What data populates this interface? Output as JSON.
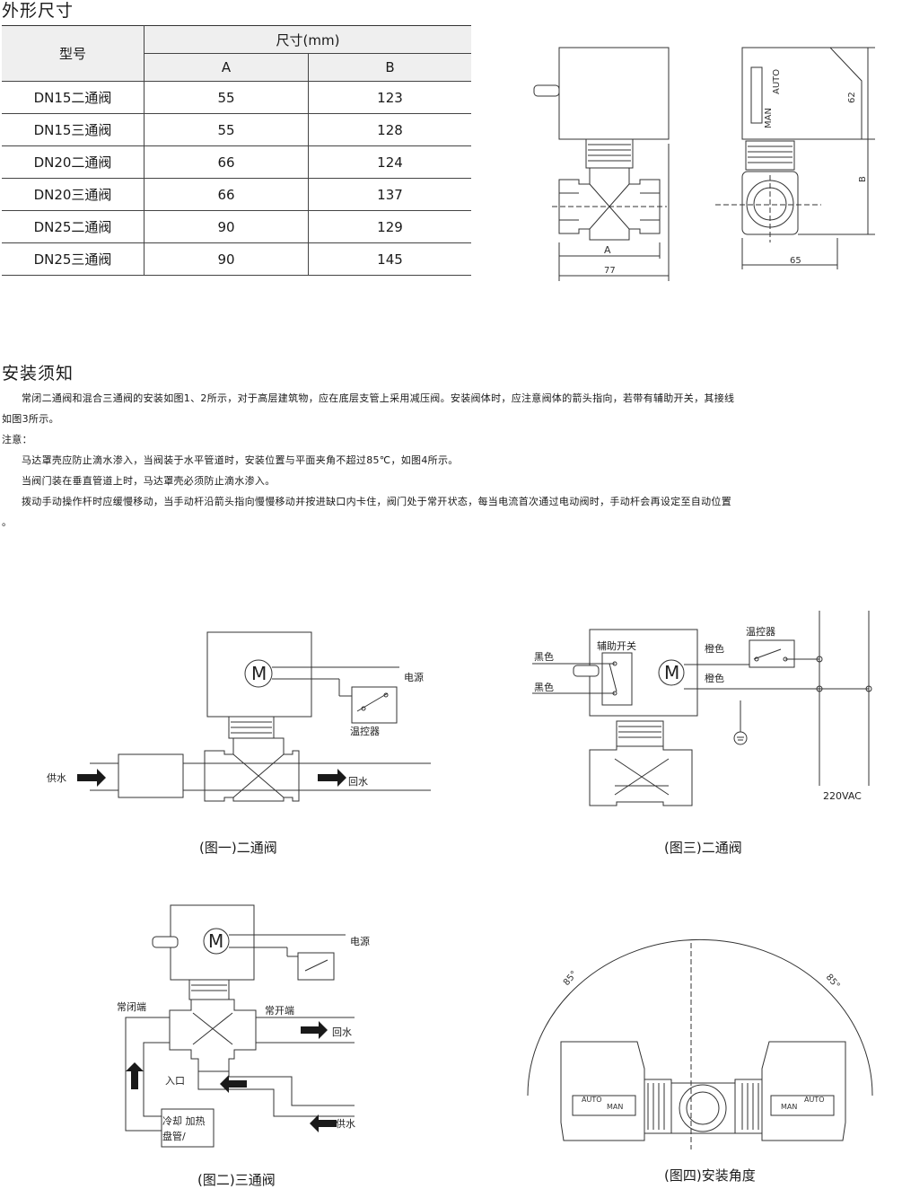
{
  "dimensions": {
    "title": "外形尺寸",
    "header_model": "型号",
    "header_size": "尺寸(mm)",
    "col_a": "A",
    "col_b": "B",
    "rows": [
      {
        "model": "DN15二通阀",
        "a": "55",
        "b": "123"
      },
      {
        "model": "DN15三通阀",
        "a": "55",
        "b": "128"
      },
      {
        "model": "DN20二通阀",
        "a": "66",
        "b": "124"
      },
      {
        "model": "DN20三通阀",
        "a": "66",
        "b": "137"
      },
      {
        "model": "DN25二通阀",
        "a": "90",
        "b": "129"
      },
      {
        "model": "DN25三通阀",
        "a": "90",
        "b": "145"
      }
    ],
    "drawing": {
      "label_a": "A",
      "label_77": "77",
      "label_62": "62",
      "label_b": "B",
      "label_65": "65",
      "label_man": "MAN",
      "label_auto": "AUTO"
    }
  },
  "install": {
    "title": "安装须知",
    "para1_line1": "常闭二通阀和混合三通阀的安装如图1、2所示，对于高层建筑物，应在底层支管上采用减压阀。安装阀体时，应注意阀体的箭头指向，若带有辅助开关，其接线",
    "para1_line2": "如图3所示。",
    "note_label": "注意：",
    "note1": "马达罩壳应防止滴水渗入，当阀装于水平管道时，安装位置与平面夹角不超过85℃，如图4所示。",
    "note2": "当阀门装在垂直管道上时，马达罩壳必须防止滴水渗入。",
    "note3_line1": "拨动手动操作杆时应缓慢移动，当手动杆沿箭头指向慢慢移动并按进缺口内卡住，阀门处于常开状态，每当电流首次通过电动阀时，手动杆会再设定至自动位置",
    "note3_line2": "。"
  },
  "fig1": {
    "caption": "(图一)二通阀",
    "motor": "M",
    "power": "电源",
    "thermostat": "温控器",
    "supply": "供水",
    "return": "回水"
  },
  "fig2": {
    "caption": "(图二)三通阀",
    "motor": "M",
    "power": "电源",
    "nc_port": "常闭端",
    "no_port": "常开端",
    "return": "回水",
    "inlet": "入口",
    "coil_line1": "冷却 加热",
    "coil_line2": "盘管/",
    "supply": "供水"
  },
  "fig3": {
    "caption": "(图三)二通阀",
    "motor": "M",
    "aux_switch": "辅助开关",
    "black1": "黑色",
    "black2": "黑色",
    "orange1": "橙色",
    "orange2": "橙色",
    "thermostat": "温控器",
    "voltage": "220VAC"
  },
  "fig4": {
    "caption": "(图四)安装角度",
    "angle_left": "85°",
    "angle_right": "85°",
    "auto": "AUTO",
    "man": "MAN"
  }
}
